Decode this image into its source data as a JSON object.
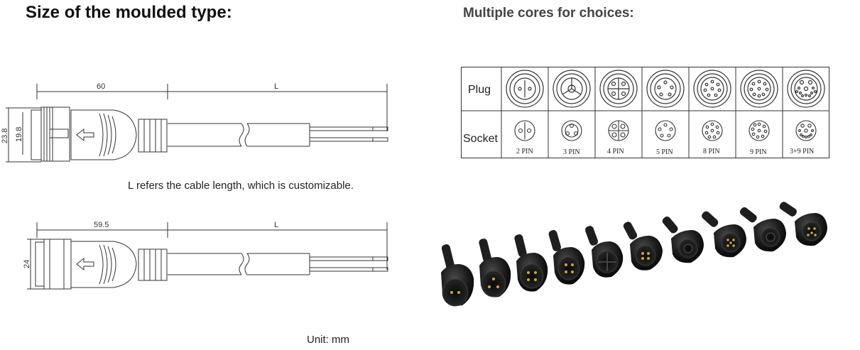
{
  "headings": {
    "moulded_size": "Size of the moulded type:",
    "cores": "Multiple cores for choices:"
  },
  "notes": {
    "cable_length": "L refers the cable length, which is customizable.",
    "unit": "Unit: mm"
  },
  "drawing_top": {
    "length_label": "60",
    "cable_label": "L",
    "outer_dia": "23.8",
    "inner_dia": "19.8"
  },
  "drawing_bottom": {
    "length_label": "59.5",
    "cable_label": "L",
    "outer_dia": "24"
  },
  "pin_table": {
    "row_plug": "Plug",
    "row_socket": "Socket",
    "columns": [
      "2 PIN",
      "3 PIN",
      "4 PIN",
      "5 PIN",
      "8 PIN",
      "9 PIN",
      "3+9 PIN"
    ]
  },
  "colors": {
    "line": "#333333",
    "connector_body": "#151515",
    "connector_pin": "#c9a646"
  }
}
